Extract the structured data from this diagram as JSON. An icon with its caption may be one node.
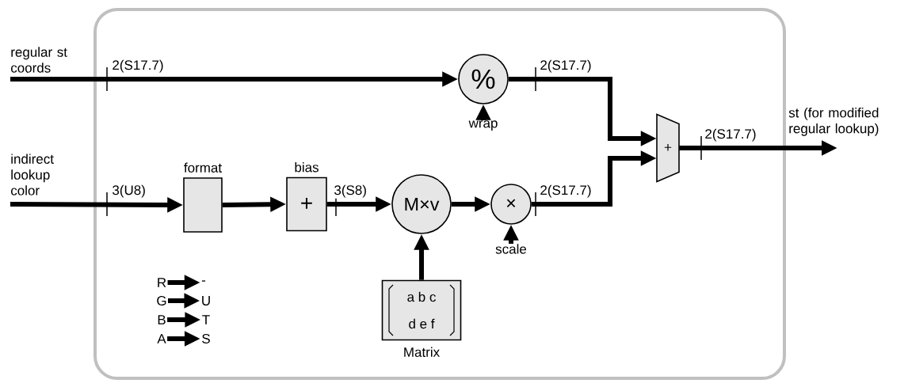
{
  "diagram": {
    "nodes": [
      {
        "text": [],
        "shape": "box"
      },
      {
        "text": [
          "regular st coords"
        ]
      },
      {
        "text": [
          "indirect lookup color"
        ]
      },
      {
        "text": [
          "format"
        ],
        "in": 0
      },
      {
        "text": [
          "bias",
          "+"
        ],
        "in": 0
      },
      {
        "text": [
          "M×v"
        ],
        "in": 0
      },
      {
        "text": [
          "%"
        ],
        "in": 0
      },
      {
        "text": [
          "wrap"
        ],
        "in": 0
      },
      {
        "text": [
          "×"
        ],
        "in": 0
      },
      {
        "text": [
          "scale"
        ],
        "in": 0
      },
      {
        "text": [
          "a b c",
          "d e f",
          "Matrix"
        ],
        "in": 0
      },
      {
        "text": [
          "+"
        ],
        "in": 0
      },
      {
        "text": [
          "st (for modified regular lookup)"
        ]
      },
      {
        "text": [
          "R"
        ],
        "in": 0
      },
      {
        "text": [
          "-"
        ],
        "in": 0
      },
      {
        "text": [
          "G"
        ],
        "in": 0
      },
      {
        "text": [
          "U"
        ],
        "in": 0
      },
      {
        "text": [
          "B"
        ],
        "in": 0
      },
      {
        "text": [
          "T"
        ],
        "in": 0
      },
      {
        "text": [
          "A"
        ],
        "in": 0
      },
      {
        "text": [
          "S"
        ],
        "in": 0
      }
    ],
    "edges": [
      {
        "from": 1,
        "to": 6,
        "arrow": "to",
        "label": "2(S17.7)"
      },
      {
        "from": 2,
        "to": 3,
        "arrow": "to",
        "label": "3(U8)"
      },
      {
        "from": 3,
        "to": 4,
        "arrow": "to"
      },
      {
        "from": 4,
        "to": 5,
        "arrow": "to",
        "label": "3(S8)"
      },
      {
        "from": 5,
        "to": 8,
        "arrow": "to"
      },
      {
        "from": 7,
        "to": 6,
        "arrow": "to"
      },
      {
        "from": 10,
        "to": 5,
        "arrow": "to"
      },
      {
        "from": 9,
        "to": 8,
        "arrow": "to"
      },
      {
        "from": 6,
        "to": 11,
        "arrow": "to",
        "label": "2(S17.7)"
      },
      {
        "from": 8,
        "to": 11,
        "arrow": "to",
        "label": "2(S17.7)"
      },
      {
        "from": 11,
        "to": 12,
        "arrow": "to",
        "label": "2(S17.7)"
      },
      {
        "from": 13,
        "to": 14,
        "arrow": "to"
      },
      {
        "from": 15,
        "to": 16,
        "arrow": "to"
      },
      {
        "from": 17,
        "to": 18,
        "arrow": "to"
      },
      {
        "from": 19,
        "to": 20,
        "arrow": "to"
      }
    ]
  }
}
